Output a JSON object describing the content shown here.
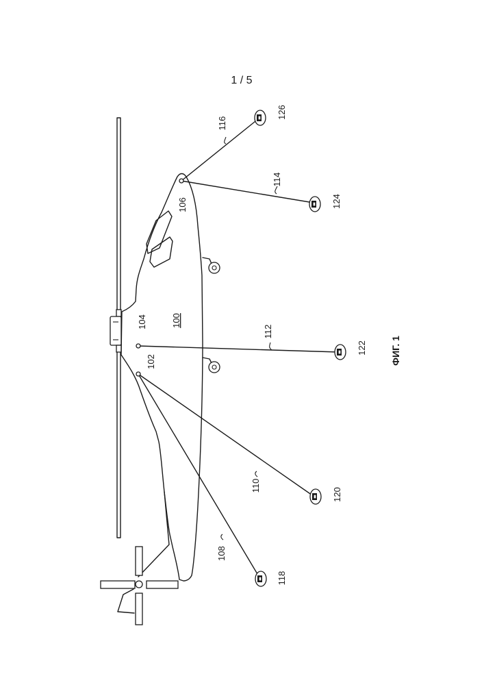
{
  "sheet_number": "1 / 5",
  "figure_label": "ФИГ. 1",
  "helicopter": {
    "ref": "100"
  },
  "nodes": [
    {
      "ref": "102"
    },
    {
      "ref": "104"
    },
    {
      "ref": "106"
    }
  ],
  "links": [
    {
      "ref": "108"
    },
    {
      "ref": "110"
    },
    {
      "ref": "112"
    },
    {
      "ref": "114"
    },
    {
      "ref": "116"
    }
  ],
  "ground_stations": [
    {
      "ref": "118"
    },
    {
      "ref": "120"
    },
    {
      "ref": "122"
    },
    {
      "ref": "124"
    },
    {
      "ref": "126"
    }
  ]
}
